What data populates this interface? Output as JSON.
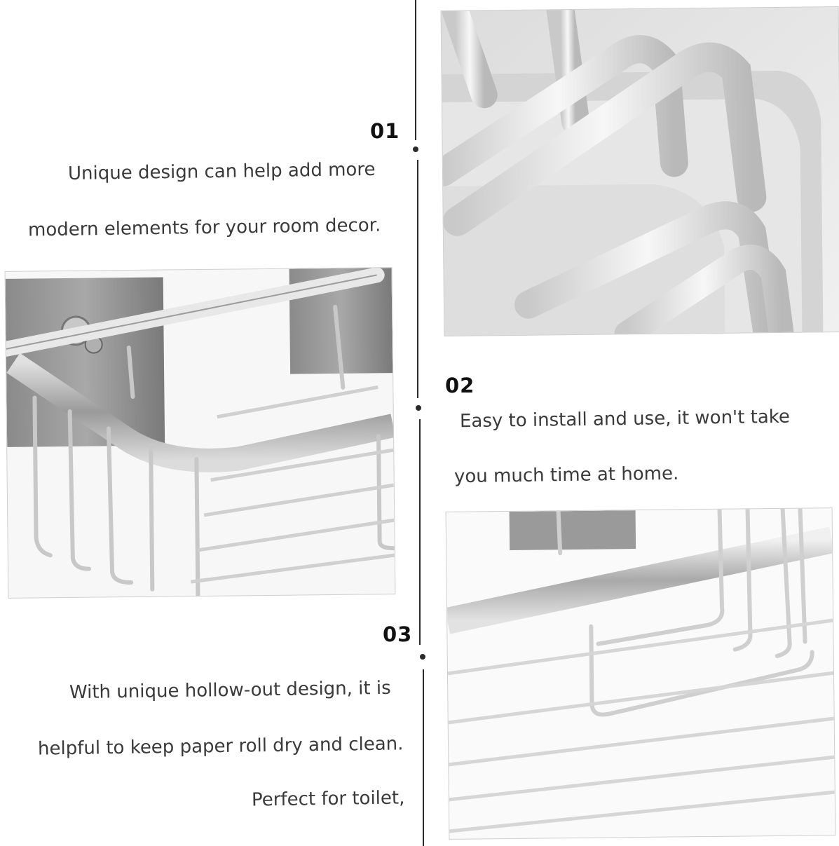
{
  "features": [
    {
      "number": "01",
      "lines": [
        "Unique design can help add more",
        "modern elements for your room decor."
      ]
    },
    {
      "number": "02",
      "lines": [
        "Easy to install and use, it won't take",
        "you much time at home."
      ]
    },
    {
      "number": "03",
      "lines": [
        "With unique hollow-out design, it is",
        "helpful to keep paper roll dry and clean.",
        "Perfect for toilet,"
      ]
    }
  ],
  "images": [
    {
      "name": "aluminum-rack-closeup"
    },
    {
      "name": "shower-basket-with-adhesive-mount"
    },
    {
      "name": "shower-basket-wire-detail"
    }
  ]
}
